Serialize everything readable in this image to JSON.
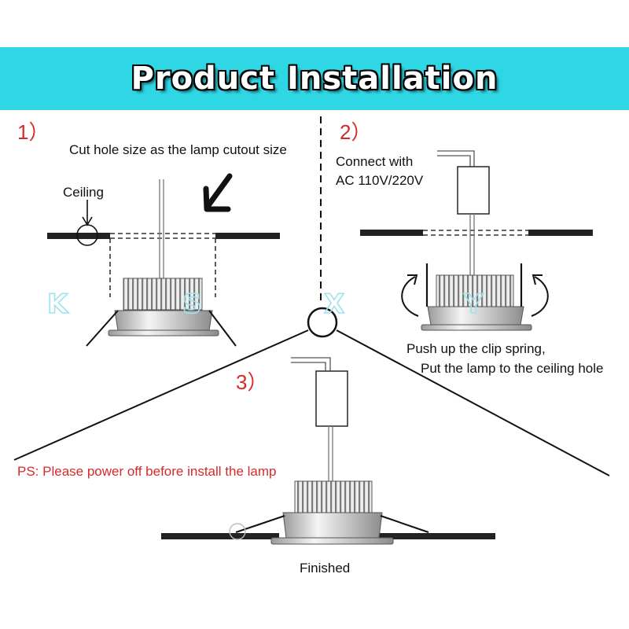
{
  "banner": {
    "title": "Product Installation",
    "bg_color": "#2fd6e4"
  },
  "step1": {
    "number": "1）",
    "instruction": "Cut hole size as the lamp cutout size",
    "ceiling_label": "Ceiling"
  },
  "step2": {
    "number": "2）",
    "connect_line1": "Connect with",
    "connect_line2": "AC 110V/220V",
    "push_line1": "Push up the clip spring,",
    "push_line2": "Put the lamp to the ceiling hole"
  },
  "step3": {
    "number": "3）",
    "warning": "PS: Please power off before install the lamp",
    "finished": "Finished"
  },
  "watermark": [
    "K",
    "S",
    "X",
    "Y"
  ],
  "colors": {
    "accent_red": "#d62a2a",
    "watermark": "#bfeef5"
  }
}
